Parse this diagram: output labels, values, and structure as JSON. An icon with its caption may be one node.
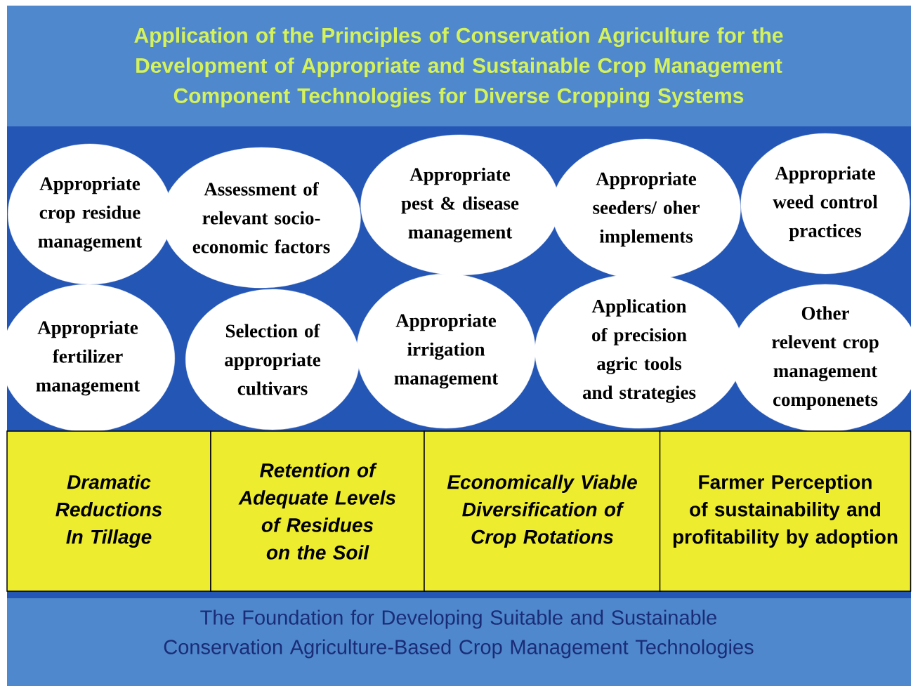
{
  "diagram": {
    "title": "Application of the Principles of Conservation Agriculture for the Development of Appropriate and Sustainable Crop Management Component Technologies for Diverse Cropping Systems",
    "caption": "The Foundation for Developing Suitable and Sustainable Conservation Agriculture-Based Crop Management Technologies",
    "nodes": [
      {
        "text": [
          "Appropriate crop residue management"
        ]
      },
      {
        "text": [
          "Assessment of relevant socio-economic factors"
        ]
      },
      {
        "text": [
          "Appropriate pest & disease management"
        ]
      },
      {
        "text": [
          "Appropriate seeders/ oher implements"
        ]
      },
      {
        "text": [
          "Appropriate weed control practices"
        ]
      },
      {
        "text": [
          "Appropriate fertilizer management"
        ]
      },
      {
        "text": [
          "Selection of appropriate cultivars"
        ]
      },
      {
        "text": [
          "Appropriate irrigation management"
        ]
      },
      {
        "text": [
          "Application of precision agric tools and strategies"
        ]
      },
      {
        "text": [
          "Other relevent crop management componenets"
        ]
      },
      {
        "text": [
          "Dramatic Reductions In Tillage"
        ]
      },
      {
        "text": [
          "Retention of Adequate Levels of Residues on the Soil"
        ]
      },
      {
        "text": [
          "Economically Viable Diversification of Crop Rotations"
        ]
      },
      {
        "text": [
          "Farmer Perception of sustainability and profitability by adoption"
        ]
      }
    ]
  }
}
